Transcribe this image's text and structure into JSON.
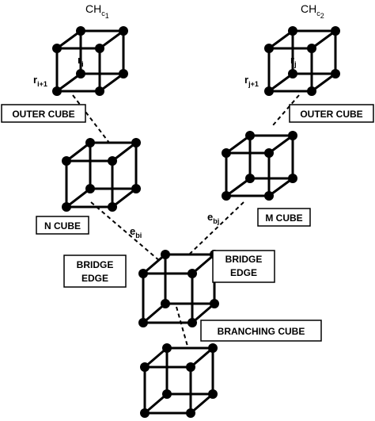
{
  "headers": {
    "left": {
      "main": "CH",
      "sub": "c",
      "subsub": "1"
    },
    "right": {
      "main": "CH",
      "sub": "c",
      "subsub": "2"
    }
  },
  "labels": {
    "outer_cube_left": "OUTER CUBE",
    "outer_cube_right": "OUTER CUBE",
    "n_cube": "N CUBE",
    "m_cube": "M CUBE",
    "bridge_edge_left_line1": "BRIDGE",
    "bridge_edge_left_line2": "EDGE",
    "bridge_edge_right_line1": "BRIDGE",
    "bridge_edge_right_line2": "EDGE",
    "branching_cube": "BRANCHING CUBE"
  },
  "vertex_labels": {
    "ri": {
      "main": "r",
      "sub": "i"
    },
    "ri1": {
      "main": "r",
      "sub": "i+1"
    },
    "rj": {
      "main": "r",
      "sub": "j"
    },
    "rj1": {
      "main": "r",
      "sub": "j+1"
    }
  },
  "edge_labels": {
    "ebi": {
      "main": "e",
      "sub": "bi"
    },
    "ebj": {
      "main": "e",
      "sub": "bj"
    }
  }
}
